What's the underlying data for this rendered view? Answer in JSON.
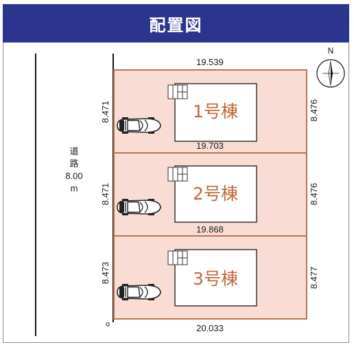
{
  "header": {
    "title": "配置図"
  },
  "compass": {
    "label": "N"
  },
  "road": {
    "char1": "道",
    "char2": "路",
    "width": "8.00",
    "unit": "m"
  },
  "colors": {
    "header": "#2b3590",
    "lot_fill": "#f9ddd4",
    "lot_border": "#b8744f",
    "building_label": "#c0673a"
  },
  "lots": [
    {
      "building": "1号棟",
      "top_width": "19.539",
      "left_depth": "8.471",
      "right_depth": "8.476"
    },
    {
      "building": "2号棟",
      "top_width": "19.703",
      "left_depth": "8.471",
      "right_depth": "8.476"
    },
    {
      "building": "3号棟",
      "top_width": "19.868",
      "left_depth": "8.473",
      "right_depth": "8.477"
    }
  ],
  "bottom_width": "20.033"
}
